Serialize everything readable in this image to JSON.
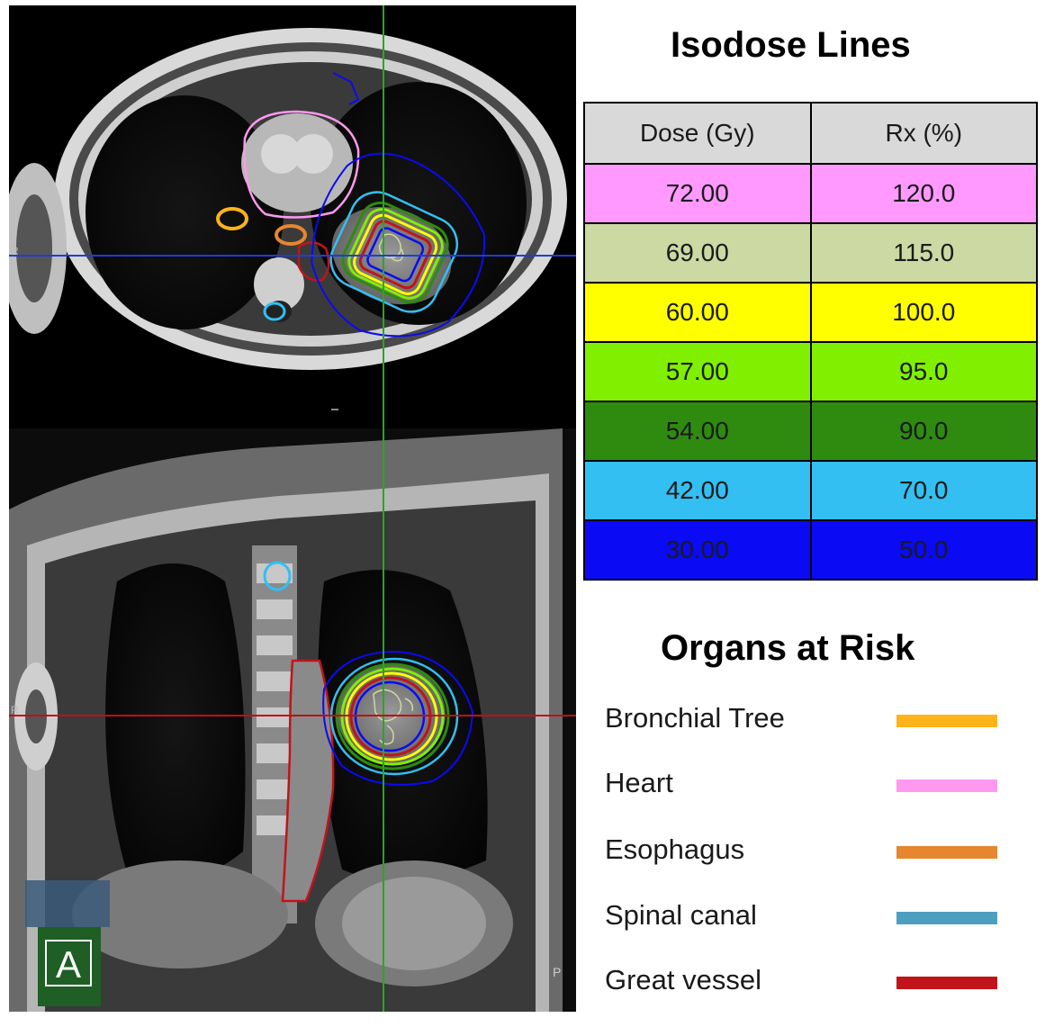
{
  "scan": {
    "view_label": "A",
    "corner_mark": "P",
    "side_mark_upper": "R",
    "side_mark_lower": "R",
    "crosshair_vertical_color": "#22aa22",
    "crosshair_horizontal_upper_color": "#1a3fd6",
    "crosshair_horizontal_lower_color": "#c01010"
  },
  "isodose": {
    "title": "Isodose Lines",
    "headers": [
      "Dose (Gy)",
      "Rx (%)"
    ],
    "rows": [
      {
        "dose": "72.00",
        "rx": "120.0",
        "color": "#ff99ff"
      },
      {
        "dose": "69.00",
        "rx": "115.0",
        "color": "#ccd9a3"
      },
      {
        "dose": "60.00",
        "rx": "100.0",
        "color": "#ffff00"
      },
      {
        "dose": "57.00",
        "rx": "95.0",
        "color": "#80f000"
      },
      {
        "dose": "54.00",
        "rx": "90.0",
        "color": "#2e8b10"
      },
      {
        "dose": "42.00",
        "rx": "70.0",
        "color": "#33bff2"
      },
      {
        "dose": "30.00",
        "rx": "50.0",
        "color": "#0a0af5"
      }
    ]
  },
  "organs_at_risk": {
    "title": "Organs at Risk",
    "items": [
      {
        "label": "Bronchial Tree",
        "color": "#ffb31a"
      },
      {
        "label": "Heart",
        "color": "#ff99f0"
      },
      {
        "label": "Esophagus",
        "color": "#e6862e"
      },
      {
        "label": "Spinal canal",
        "color": "#4d9fbf"
      },
      {
        "label": "Great vessel",
        "color": "#c0141a"
      }
    ]
  }
}
